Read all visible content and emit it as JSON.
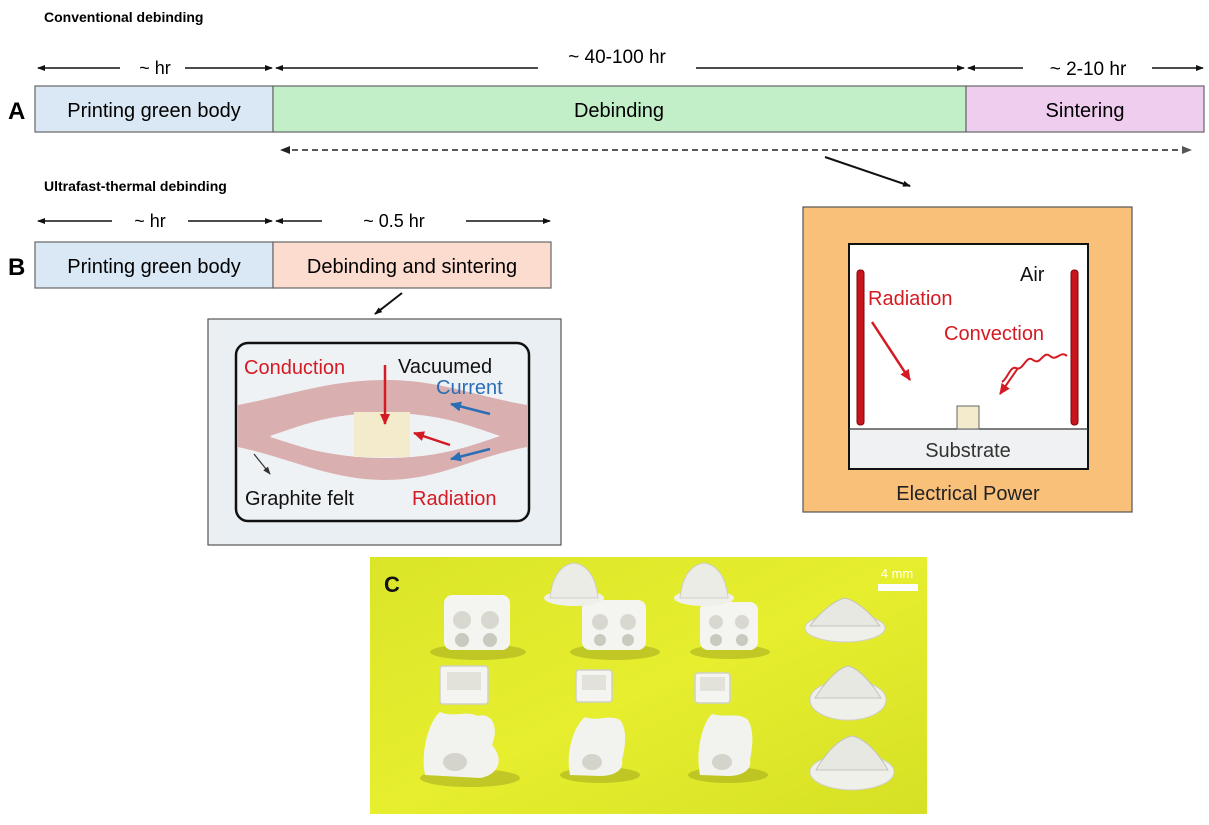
{
  "panel_a": {
    "heading": "Conventional debinding",
    "label": "A",
    "durations": [
      "~ hr",
      "~ 40-100 hr",
      "~ 2-10 hr"
    ],
    "stages": [
      "Printing green body",
      "Debinding",
      "Sintering"
    ],
    "stage_colors": [
      "#dae8f6",
      "#c2efc8",
      "#eecdee"
    ]
  },
  "panel_b": {
    "heading": "Ultrafast-thermal debinding",
    "label": "B",
    "durations": [
      "~ hr",
      "~ 0.5 hr"
    ],
    "stages": [
      "Printing green body",
      "Debinding and sintering"
    ],
    "stage_colors": [
      "#dae8f6",
      "#fbdccf"
    ]
  },
  "ultrafast_diagram": {
    "conduction": "Conduction",
    "vacuumed": "Vacuumed",
    "current": "Current",
    "graphite_felt": "Graphite felt",
    "radiation": "Radiation"
  },
  "furnace_diagram": {
    "air": "Air",
    "radiation": "Radiation",
    "convection": "Convection",
    "substrate": "Substrate",
    "power": "Electrical Power"
  },
  "panel_c": {
    "label": "C",
    "scale_bar": "4 mm"
  },
  "colors": {
    "heat_red": "#d41a22",
    "current_blue": "#2a6fb5",
    "furnace_orange": "#f9c07a",
    "graphite": "#d9a9a9",
    "sample": "#f3ebcc",
    "photo_bg": "#e4ec2a"
  }
}
